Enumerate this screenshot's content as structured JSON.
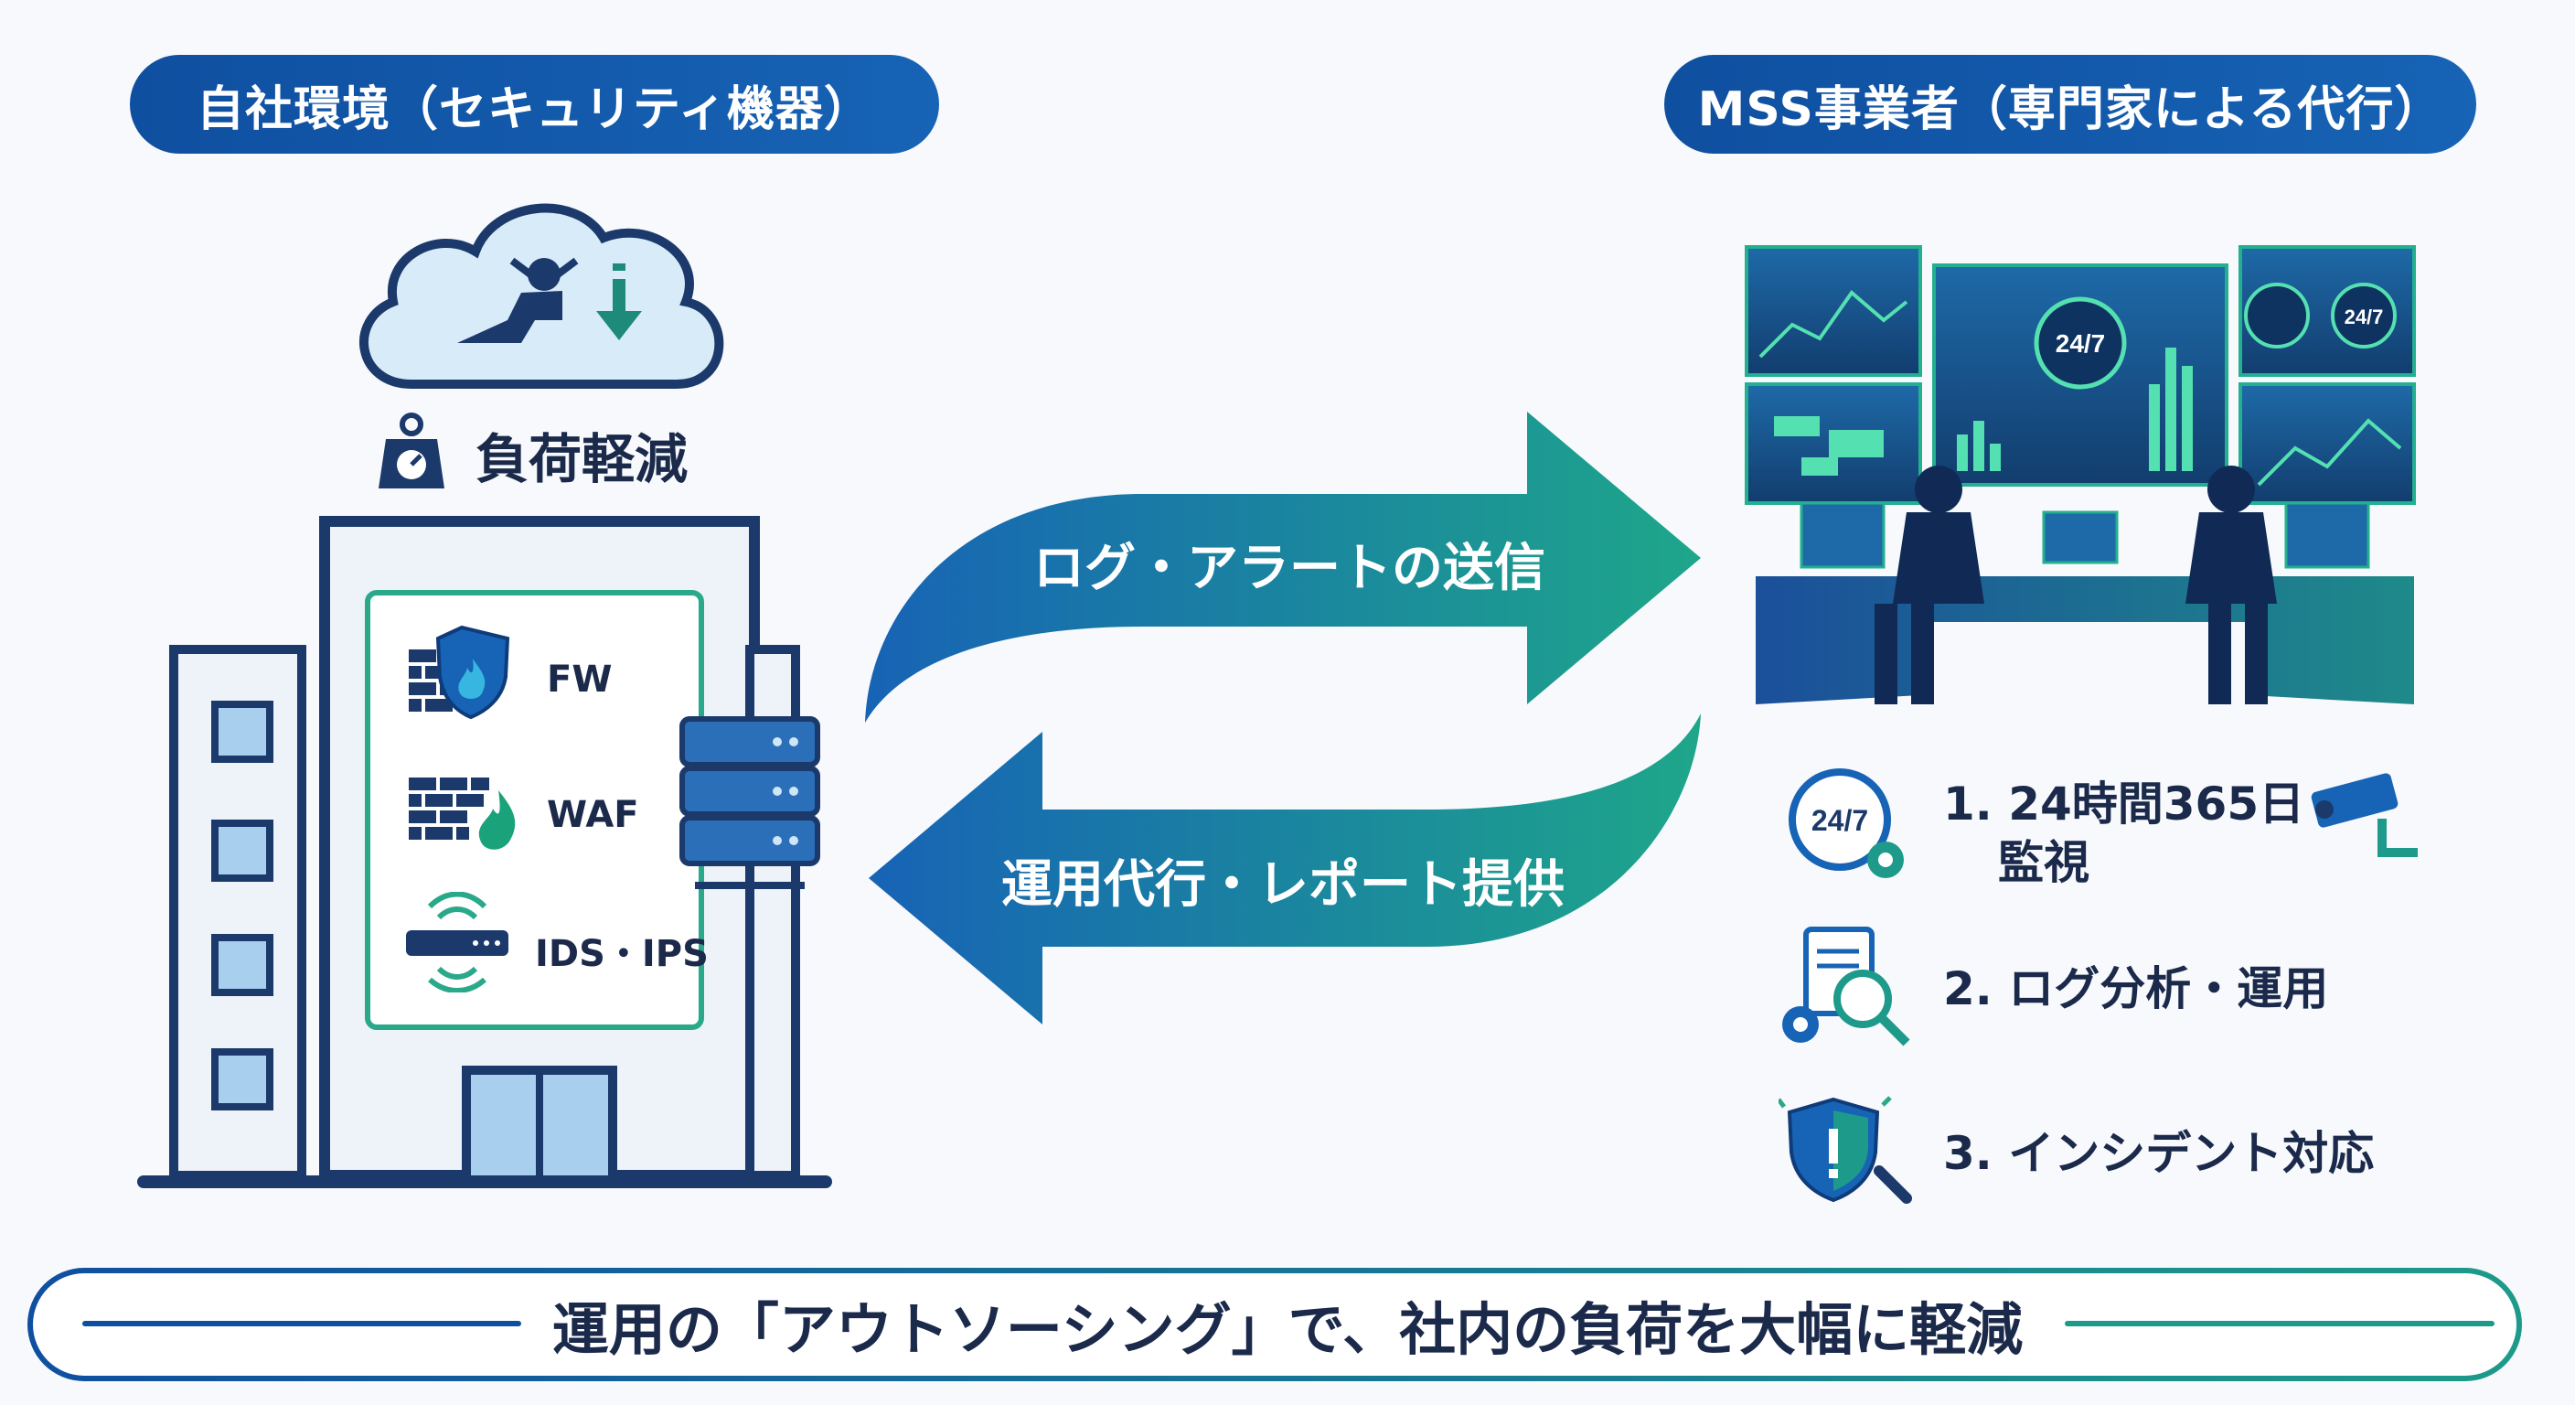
{
  "left_header": "自社環境（セキュリティ機器）",
  "right_header": "MSS事業者（専門家による代行）",
  "load_reduction_label": "負荷軽減",
  "devices": [
    {
      "label": "FW",
      "icon": "firewall-shield-icon"
    },
    {
      "label": "WAF",
      "icon": "firewall-flame-icon"
    },
    {
      "label": "IDS・IPS",
      "icon": "network-sensor-icon"
    }
  ],
  "arrow_send_label": "ログ・アラートの送信",
  "arrow_return_label": "運用代行・レポート提供",
  "soc_screen_badges": [
    "24/7",
    "24/7"
  ],
  "services": [
    {
      "label": "1. 24時間365日",
      "label_line2": "監視",
      "icon": "clock-24-7-icon"
    },
    {
      "label": "2. ログ分析・運用",
      "icon": "document-search-icon"
    },
    {
      "label": "3. インシデント対応",
      "icon": "shield-wrench-icon"
    }
  ],
  "footer_text": "運用の「アウトソーシング」で、社内の負荷を大幅に軽減",
  "colors": {
    "navy": "#0f4fa0",
    "dark_navy": "#1b3a6b",
    "teal": "#1d9a8a",
    "green_accent": "#2aa88a",
    "light_blue": "#cfe6f7"
  }
}
